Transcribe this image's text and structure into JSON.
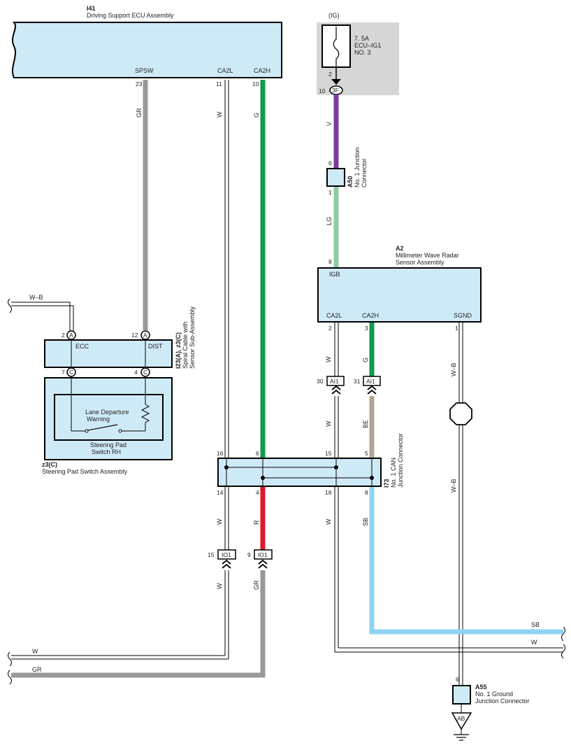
{
  "ecu": {
    "code": "I41",
    "name": "Driving Support ECU Assembly",
    "term_spsw": "SPSW",
    "term_ca2l": "CA2L",
    "term_ca2h": "CA2H",
    "pin_spsw": "23",
    "pin_ca2l": "11",
    "pin_ca2h": "10"
  },
  "fuse": {
    "ig": "(IG)",
    "rating": "7. 5A",
    "name": "ECU–IG1",
    "no": "NO. 3",
    "pin_fuse": "2",
    "pin_conn": "10",
    "conn": "3F"
  },
  "a50": {
    "code": "A50",
    "name1": "No. 1 Junction",
    "name2": "Connector",
    "pin_top": "6",
    "pin_bottom": "1"
  },
  "radar": {
    "code": "A2",
    "name1": "Millimeter Wave Radar",
    "name2": "Sensor Assembly",
    "term_igb": "IGB",
    "term_ca2l": "CA2L",
    "term_ca2h": "CA2H",
    "term_sgnd": "SGND",
    "pin_igb": "8",
    "pin_ca2l": "2",
    "pin_ca2h": "3",
    "pin_sgnd": "1"
  },
  "spiral": {
    "code1": "I23(A), z3(C)",
    "name1": "Spiral Cable with",
    "name2": "Sensor Sub-Assembly",
    "term_ecc": "ECC",
    "term_dist": "DIST",
    "pin_ecc_top": "2",
    "conn_ecc_top": "A",
    "pin_dist_top": "12",
    "conn_dist_top": "A",
    "pin_ecc_bot": "7",
    "conn_ecc_bot": "C",
    "pin_dist_bot": "4",
    "conn_dist_bot": "C"
  },
  "steering": {
    "inner1": "Lane Departure",
    "inner2": "Warning",
    "sw1": "Steering Pad",
    "sw2": "Switch RH",
    "code": "z3(C)",
    "name": "Steering Pad Switch Assembly"
  },
  "i73": {
    "code": "I73",
    "name1": "No. 1 CAN",
    "name2": "Junction Connector",
    "pin_t1": "16",
    "pin_t2": "6",
    "pin_t3": "15",
    "pin_t4": "5",
    "pin_b1": "14",
    "pin_b2": "4",
    "pin_b3": "18",
    "pin_b4": "8"
  },
  "ai1": {
    "label": "AI1",
    "pin_l": "30",
    "pin_r": "31"
  },
  "io1": {
    "label": "IO1",
    "pin_l": "15",
    "pin_r": "9"
  },
  "a55": {
    "code": "A55",
    "name1": "No. 1 Ground",
    "name2": "Junction Connector",
    "pin": "6",
    "ground": "AB"
  },
  "wires": {
    "gr": "GR",
    "w": "W",
    "g": "G",
    "v": "V",
    "lg": "LG",
    "wb": "W–B",
    "be": "BE",
    "r": "R",
    "sb": "SB"
  },
  "colors": {
    "box_fill": "#cfeaf7",
    "fuse_bg": "#d6d6d6",
    "green": "#119a4b",
    "gray": "#999999",
    "violet": "#7a3c9c",
    "light_green": "#8ccca0",
    "red": "#e0182a",
    "tan": "#b3a493",
    "sky": "#8fd3f2"
  }
}
